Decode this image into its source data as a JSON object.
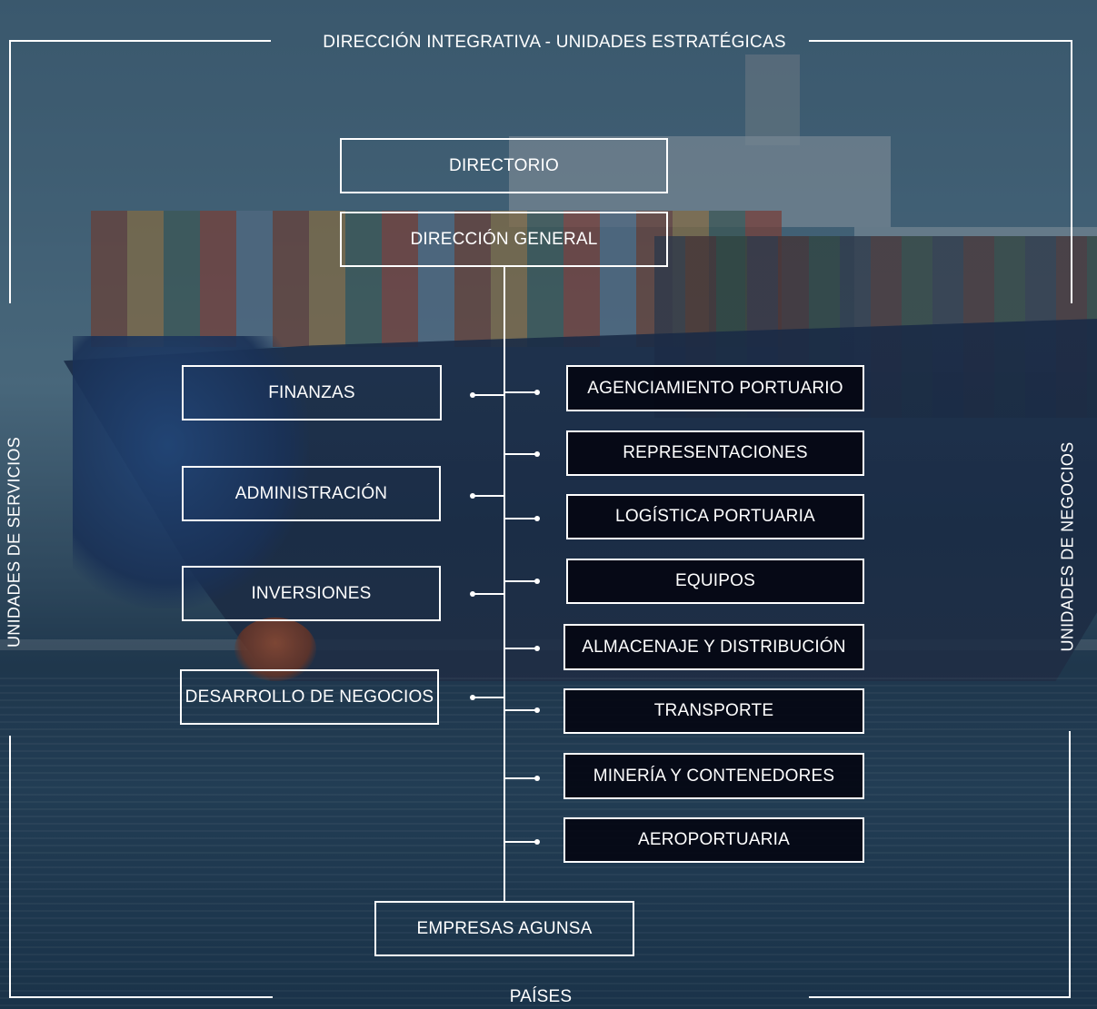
{
  "header": {
    "title": "DIRECCIÓN INTEGRATIVA - UNIDADES ESTRATÉGICAS"
  },
  "footer": {
    "title": "PAÍSES"
  },
  "side_labels": {
    "left": "UNIDADES DE SERVICIOS",
    "right": "UNIDADES DE NEGOCIOS"
  },
  "top_boxes": {
    "board": "DIRECTORIO",
    "general_management": "DIRECCIÓN GENERAL"
  },
  "service_units": [
    "FINANZAS",
    "ADMINISTRACIÓN",
    "INVERSIONES",
    "DESARROLLO DE NEGOCIOS"
  ],
  "business_units": [
    "AGENCIAMIENTO PORTUARIO",
    "REPRESENTACIONES",
    "LOGÍSTICA PORTUARIA",
    "EQUIPOS",
    "ALMACENAJE Y DISTRIBUCIÓN",
    "TRANSPORTE",
    "MINERÍA Y CONTENEDORES",
    "AEROPORTUARIA"
  ],
  "bottom_box": "EMPRESAS AGUNSA",
  "colors": {
    "box_fill": "#04060f",
    "line": "#ffffff",
    "text": "#ffffff"
  }
}
